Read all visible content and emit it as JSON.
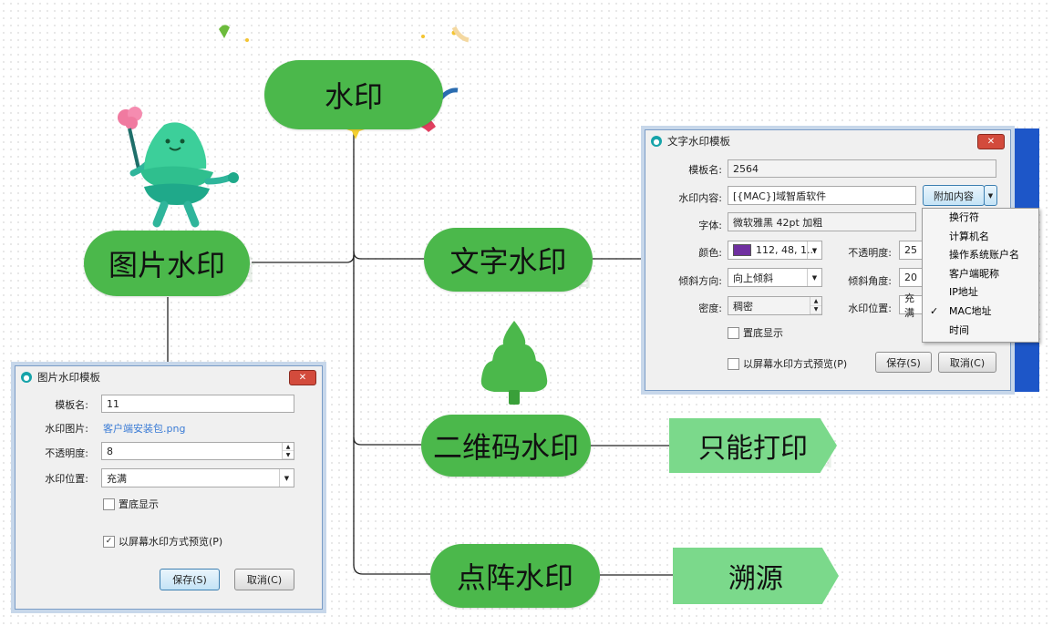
{
  "mindmap": {
    "root": "水印",
    "branches": {
      "image": "图片水印",
      "text": "文字水印",
      "qrcode": "二维码水印",
      "dot": "点阵水印"
    },
    "tags": {
      "print_only": "只能打印",
      "trace": "溯源"
    },
    "watermark_text": "域智盾"
  },
  "text_dialog": {
    "title": "文字水印模板",
    "template_name_label": "模板名:",
    "template_name": "2564",
    "content_label": "水印内容:",
    "content_value": "[{MAC}]域智盾软件",
    "append_button": "附加内容",
    "font_label": "字体:",
    "font_value": "微软雅黑 42pt 加粗",
    "color_label": "颜色:",
    "color_value": "112, 48, 1...",
    "color_swatch": "#7030a0",
    "opacity_label": "不透明度:",
    "opacity_value": "25",
    "direction_label": "倾斜方向:",
    "direction_value": "向上倾斜",
    "angle_label": "倾斜角度:",
    "angle_value": "20",
    "density_label": "密度:",
    "density_value": "稠密",
    "position_label": "水印位置:",
    "position_value": "充满",
    "bottom_display": "置底显示",
    "screen_preview": "以屏幕水印方式预览(P)",
    "save_button": "保存(S)",
    "cancel_button": "取消(C)",
    "menu": [
      "换行符",
      "计算机名",
      "操作系统账户名",
      "客户端昵称",
      "IP地址",
      "MAC地址",
      "时间"
    ],
    "menu_checked": "MAC地址"
  },
  "image_dialog": {
    "title": "图片水印模板",
    "template_name_label": "模板名:",
    "template_name": "11",
    "image_label": "水印图片:",
    "image_value": "客户端安装包.png",
    "opacity_label": "不透明度:",
    "opacity_value": "8",
    "position_label": "水印位置:",
    "position_value": "充满",
    "bottom_display": "置底显示",
    "screen_preview": "以屏幕水印方式预览(P)",
    "save_button": "保存(S)",
    "cancel_button": "取消(C)"
  },
  "colors": {
    "node_green": "#4bb84b",
    "tag_green": "#7bd98b",
    "connector": "#222222"
  },
  "icons": [
    "mascot-icon",
    "tree-icon",
    "sparkle-icon",
    "close-icon",
    "dropdown-arrow-icon"
  ]
}
